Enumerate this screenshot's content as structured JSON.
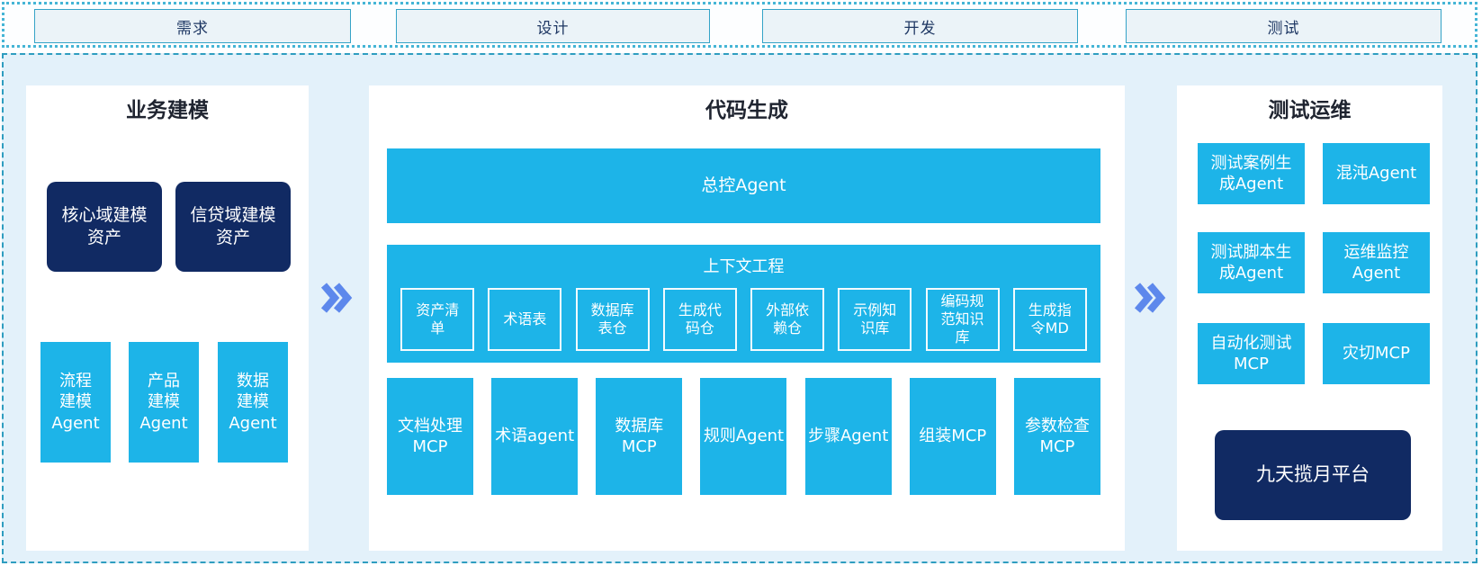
{
  "header": {
    "phases": [
      "需求",
      "设计",
      "开发",
      "测试"
    ]
  },
  "diagram": {
    "business_modeling": {
      "title": "业务建模",
      "assets": [
        "核心域建模\n资产",
        "信贷域建模\n资产"
      ],
      "agents": [
        "流程\n建模\nAgent",
        "产品\n建模\nAgent",
        "数据\n建模\nAgent"
      ]
    },
    "code_generation": {
      "title": "代码生成",
      "master_agent": "总控Agent",
      "context_engineering": {
        "title": "上下文工程",
        "stores": [
          "资产清\n单",
          "术语表",
          "数据库\n表仓",
          "生成代\n码仓",
          "外部依\n赖仓",
          "示例知\n识库",
          "编码规\n范知识\n库",
          "生成指\n令MD"
        ]
      },
      "workers": [
        "文档处理\nMCP",
        "术语agent",
        "数据库\nMCP",
        "规则Agent",
        "步骤Agent",
        "组装MCP",
        "参数检查\nMCP"
      ]
    },
    "test_ops": {
      "title": "测试运维",
      "agents": [
        "测试案例生\n成Agent",
        "混沌Agent",
        "测试脚本生\n成Agent",
        "运维监控\nAgent",
        "自动化测试\nMCP",
        "灾切MCP"
      ],
      "platform": "九天揽月平台"
    }
  },
  "icons": {
    "flow_arrow": "double-chevron-right"
  },
  "colors": {
    "cyan_box": "#1db4e8",
    "navy_box": "#112a63",
    "container_bg": "#e3f1fa",
    "dashed_border": "#2e9dc0",
    "dotted_border": "#45b5d6",
    "phase_box_bg": "#ebf3f8",
    "phase_box_border": "#35a3c7",
    "phase_text": "#1f3864",
    "arrow_blue": "#5d88ec",
    "title_text": "#1f2430"
  }
}
